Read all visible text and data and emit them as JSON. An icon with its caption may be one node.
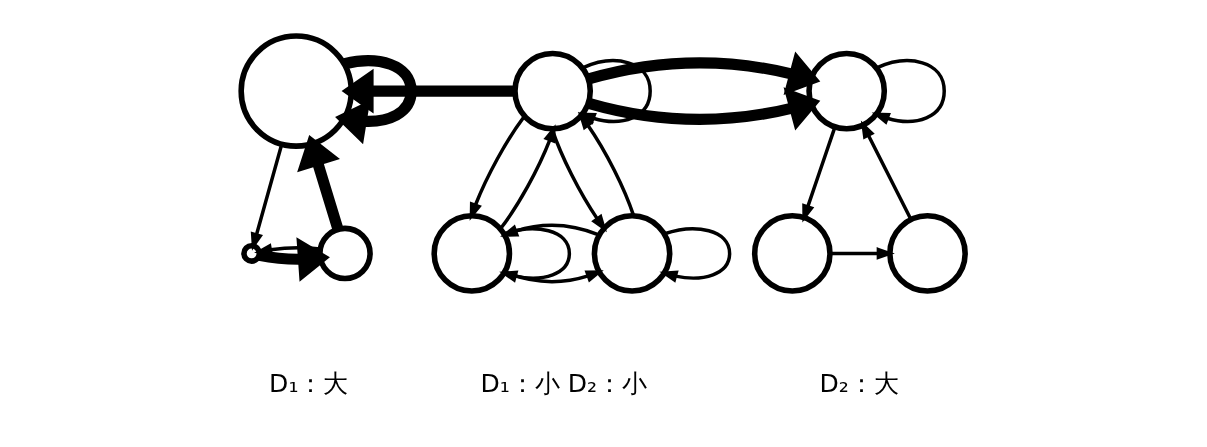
{
  "diagram": {
    "nodes": [
      {
        "text": [],
        "shape": "circle"
      },
      {
        "text": [],
        "shape": "circle"
      },
      {
        "text": [],
        "shape": "circle"
      },
      {
        "text": [],
        "shape": "circle"
      },
      {
        "text": [],
        "shape": "circle"
      },
      {
        "text": [],
        "shape": "circle"
      },
      {
        "text": [],
        "shape": "circle"
      },
      {
        "text": [],
        "shape": "circle"
      },
      {
        "text": [],
        "shape": "circle"
      }
    ],
    "edges": [
      {
        "from": 0,
        "to": 0,
        "arrow": "to",
        "style": "thick"
      },
      {
        "from": 0,
        "to": 1,
        "arrow": "to"
      },
      {
        "from": 2,
        "to": 0,
        "arrow": "to",
        "style": "thick"
      },
      {
        "from": 1,
        "to": 2,
        "arrow": "to",
        "style": "thick"
      },
      {
        "from": 2,
        "to": 1,
        "arrow": "to"
      },
      {
        "from": 3,
        "to": 0,
        "arrow": "to",
        "style": "thick"
      },
      {
        "from": 3,
        "to": 3,
        "arrow": "to"
      },
      {
        "from": 4,
        "to": 4,
        "arrow": "to"
      },
      {
        "from": 5,
        "to": 5,
        "arrow": "to"
      },
      {
        "from": 3,
        "to": 4,
        "arrow": "to"
      },
      {
        "from": 4,
        "to": 3,
        "arrow": "to"
      },
      {
        "from": 3,
        "to": 5,
        "arrow": "to"
      },
      {
        "from": 5,
        "to": 3,
        "arrow": "to"
      },
      {
        "from": 4,
        "to": 5,
        "arrow": "to"
      },
      {
        "from": 5,
        "to": 4,
        "arrow": "to"
      },
      {
        "from": 3,
        "to": 6,
        "arrow": "to",
        "style": "thick"
      },
      {
        "from": 6,
        "to": 6,
        "arrow": "to"
      },
      {
        "from": 6,
        "to": 7,
        "arrow": "to"
      },
      {
        "from": 7,
        "to": 8,
        "arrow": "to"
      },
      {
        "from": 8,
        "to": 6,
        "arrow": "to"
      }
    ],
    "labels": [
      "D₁：大",
      "D₁：小 D₂：小",
      "D₂：大"
    ]
  }
}
